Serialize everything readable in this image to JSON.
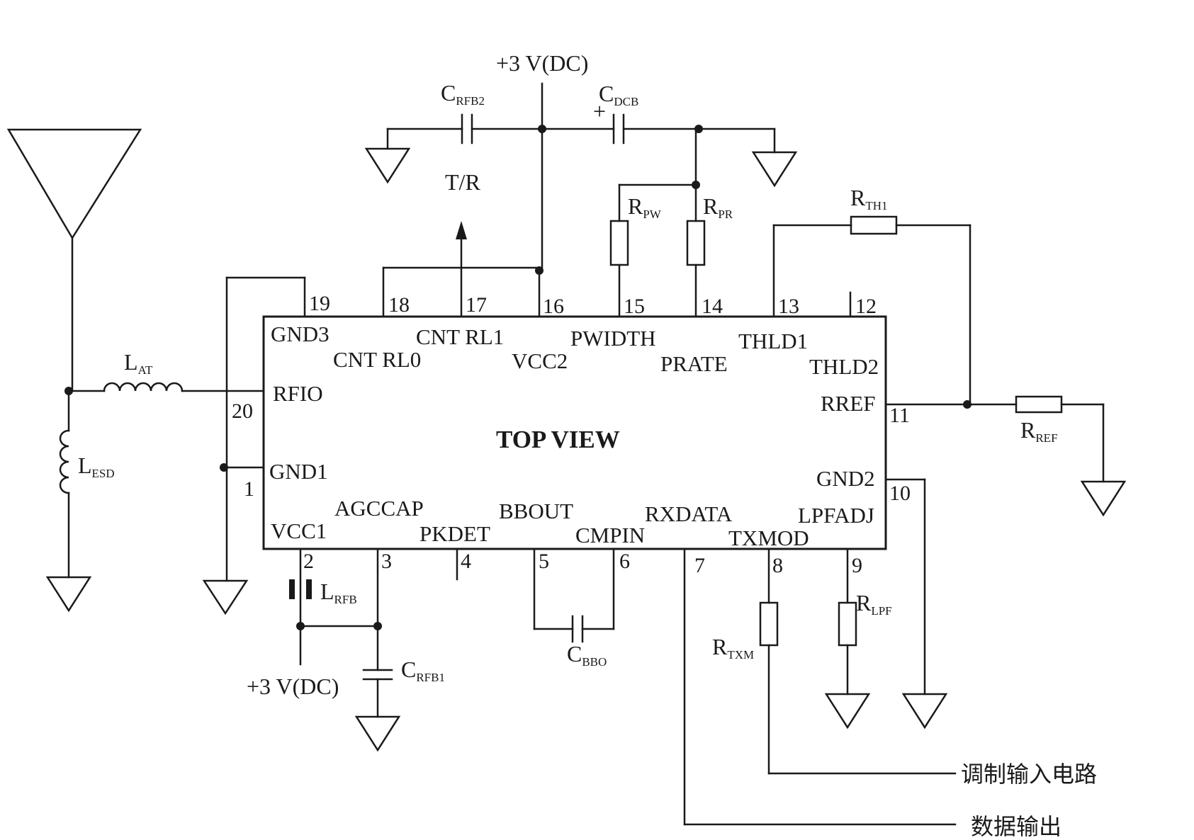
{
  "chip": {
    "title": "TOP VIEW",
    "pins": [
      {
        "num": "1",
        "name": "GND1"
      },
      {
        "num": "2",
        "name": "VCC1"
      },
      {
        "num": "3",
        "name": "AGCCAP"
      },
      {
        "num": "4",
        "name": "PKDET"
      },
      {
        "num": "5",
        "name": "BBOUT"
      },
      {
        "num": "6",
        "name": "CMPIN"
      },
      {
        "num": "7",
        "name": "RXDATA"
      },
      {
        "num": "8",
        "name": "TXMOD"
      },
      {
        "num": "9",
        "name": "LPFADJ"
      },
      {
        "num": "10",
        "name": "GND2"
      },
      {
        "num": "11",
        "name": "RREF"
      },
      {
        "num": "12",
        "name": "THLD2"
      },
      {
        "num": "13",
        "name": "THLD1"
      },
      {
        "num": "14",
        "name": "PRATE"
      },
      {
        "num": "15",
        "name": "PWIDTH"
      },
      {
        "num": "16",
        "name": "VCC2"
      },
      {
        "num": "17",
        "name": "CNT RL1"
      },
      {
        "num": "18",
        "name": "CNT RL0"
      },
      {
        "num": "19",
        "name": "GND3"
      },
      {
        "num": "20",
        "name": "RFIO"
      }
    ]
  },
  "supply": {
    "top": "+3 V(DC)",
    "bottom": "+3 V(DC)"
  },
  "tr_label": "T/R",
  "polarity_plus": "+",
  "components": {
    "c_rfb2": {
      "main": "C",
      "sub": "RFB2"
    },
    "c_dcb": {
      "main": "C",
      "sub": "DCB"
    },
    "r_pw": {
      "main": "R",
      "sub": "PW"
    },
    "r_pr": {
      "main": "R",
      "sub": "PR"
    },
    "r_th1": {
      "main": "R",
      "sub": "TH1"
    },
    "r_ref": {
      "main": "R",
      "sub": "REF"
    },
    "l_at": {
      "main": "L",
      "sub": "AT"
    },
    "l_esd": {
      "main": "L",
      "sub": "ESD"
    },
    "l_rfb": {
      "main": "L",
      "sub": "RFB"
    },
    "c_rfb1": {
      "main": "C",
      "sub": "RFB1"
    },
    "c_bbo": {
      "main": "C",
      "sub": "BBO"
    },
    "r_txm": {
      "main": "R",
      "sub": "TXM"
    },
    "r_lpf": {
      "main": "R",
      "sub": "LPF"
    }
  },
  "outputs": {
    "modulation_input": "调制输入电路",
    "data_output": "数据输出"
  }
}
